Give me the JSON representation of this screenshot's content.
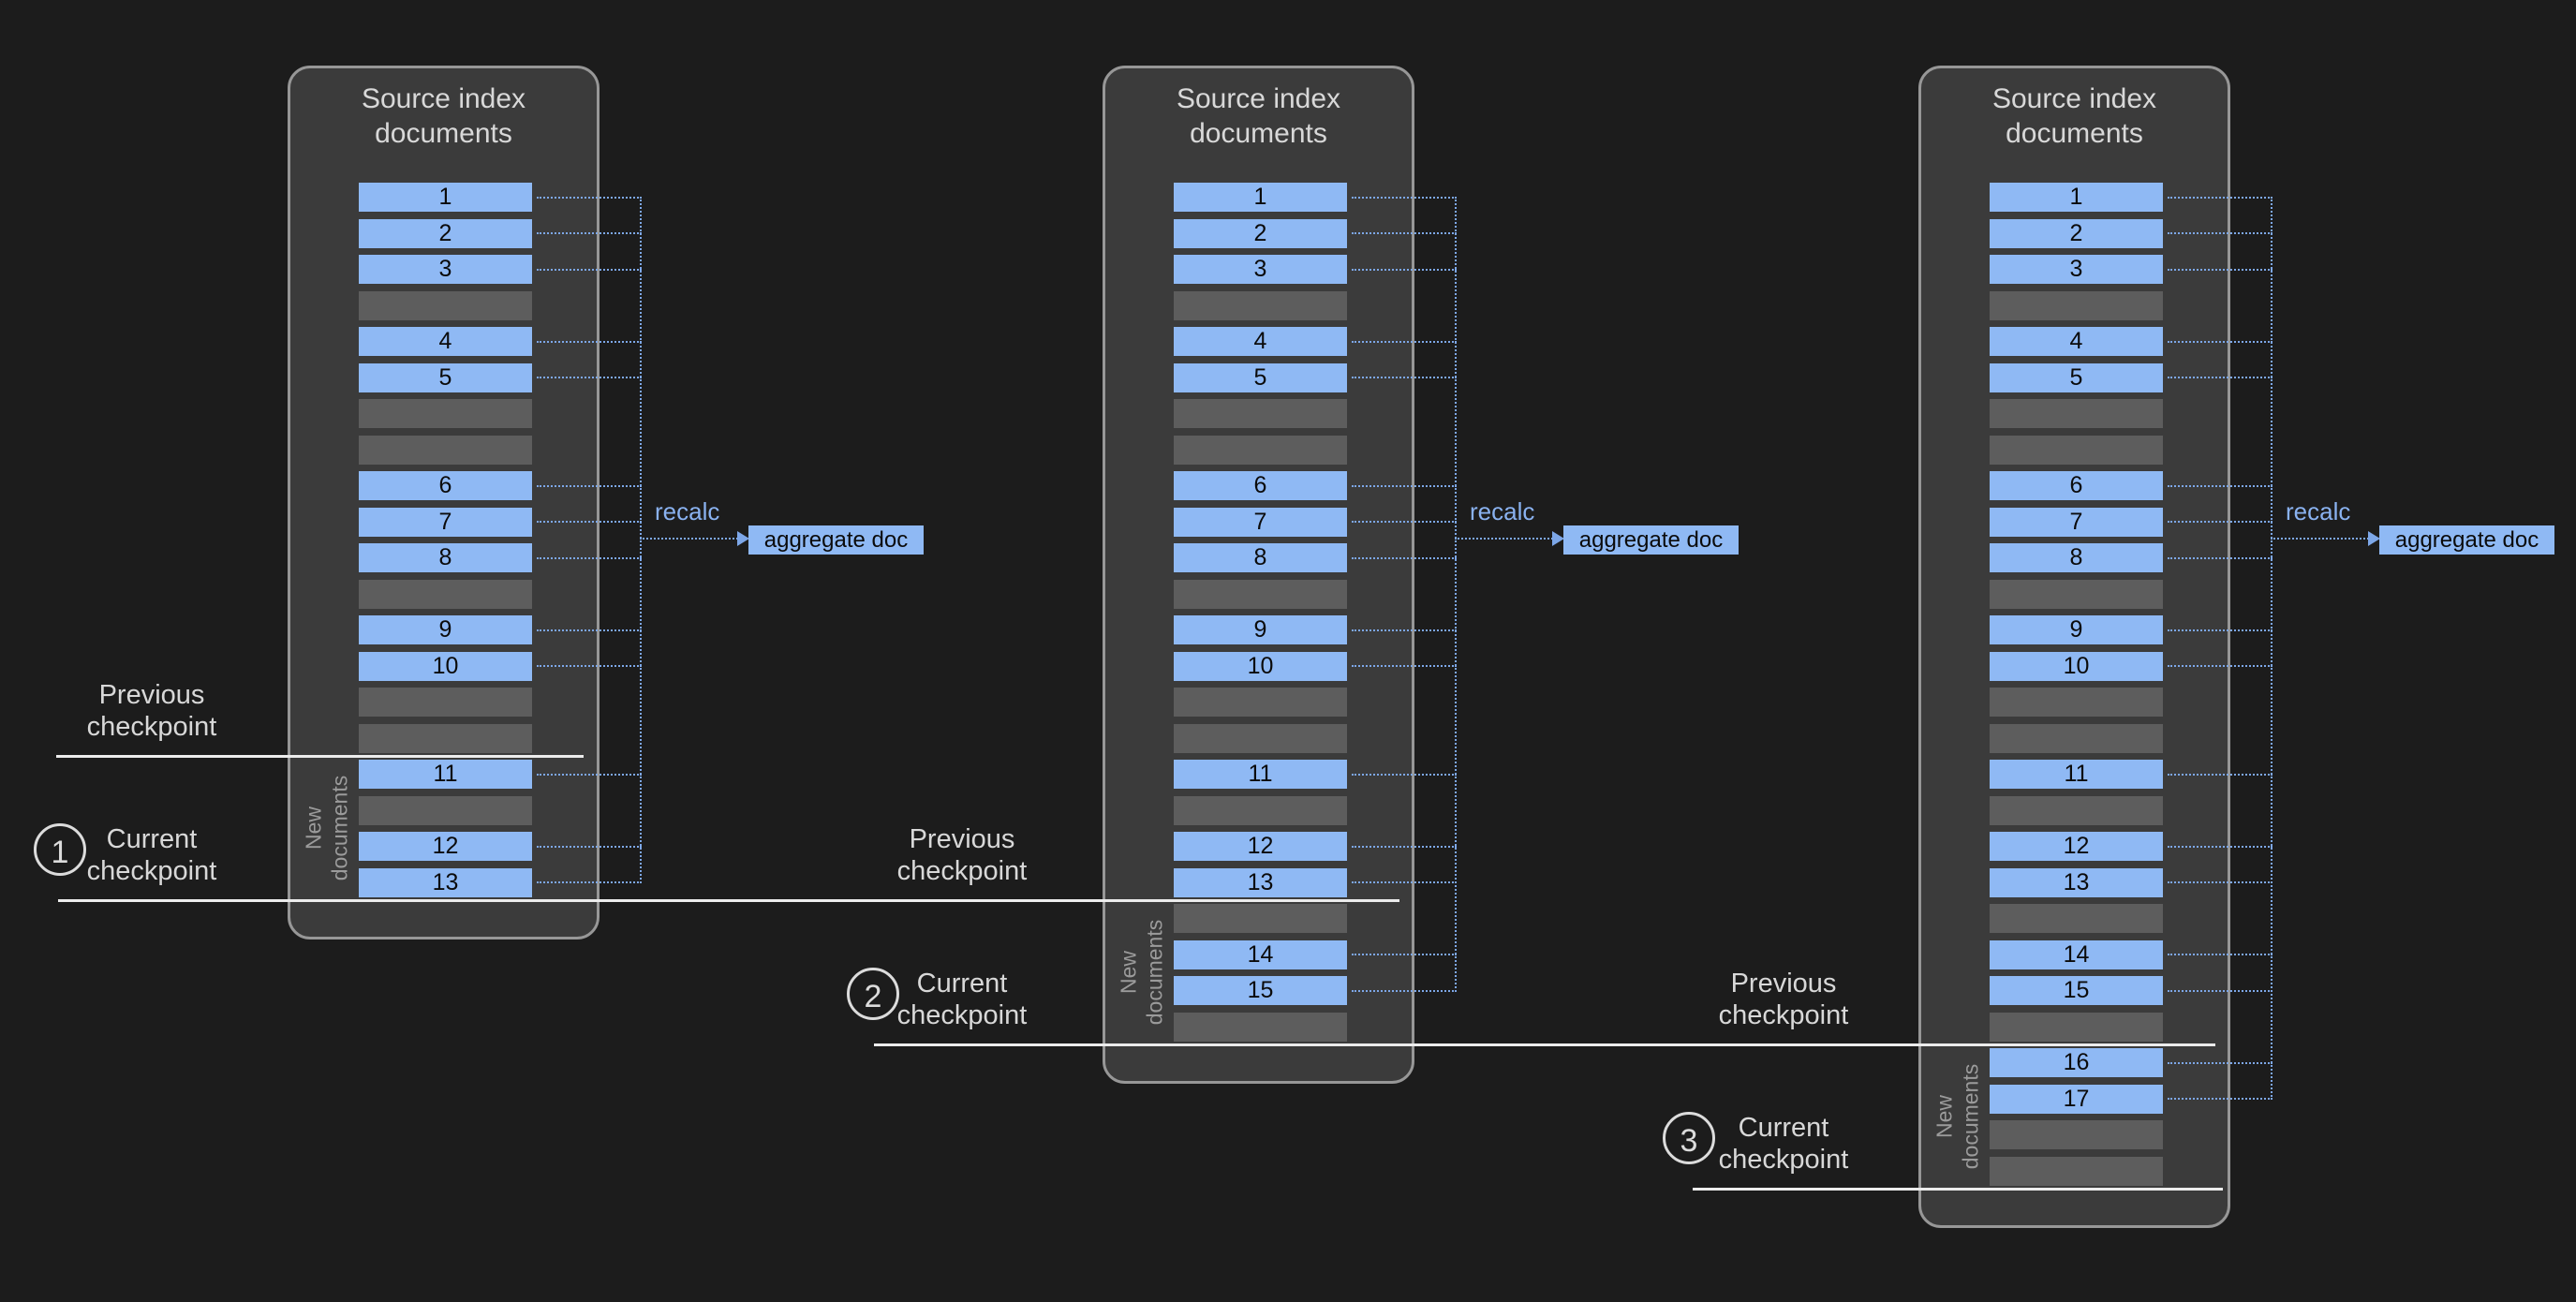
{
  "title_lines": [
    "Source index",
    "documents"
  ],
  "recalc_label": "recalc",
  "aggregate_label": "aggregate doc",
  "new_documents_lines": [
    "New",
    "documents"
  ],
  "previous_checkpoint_lines": [
    "Previous",
    "checkpoint"
  ],
  "current_checkpoint_lines": [
    "Current",
    "checkpoint"
  ],
  "panels": [
    {
      "rows": [
        "1",
        "2",
        "3",
        "",
        "4",
        "5",
        "",
        "",
        "6",
        "7",
        "8",
        "",
        "9",
        "10",
        "",
        "",
        "11",
        "",
        "12",
        "13"
      ],
      "new_docs_span": [
        16,
        19
      ]
    },
    {
      "rows": [
        "1",
        "2",
        "3",
        "",
        "4",
        "5",
        "",
        "",
        "6",
        "7",
        "8",
        "",
        "9",
        "10",
        "",
        "",
        "11",
        "",
        "12",
        "13",
        "",
        "14",
        "15",
        ""
      ],
      "new_docs_span": [
        20,
        23
      ]
    },
    {
      "rows": [
        "1",
        "2",
        "3",
        "",
        "4",
        "5",
        "",
        "",
        "6",
        "7",
        "8",
        "",
        "9",
        "10",
        "",
        "",
        "11",
        "",
        "12",
        "13",
        "",
        "14",
        "15",
        "",
        "16",
        "17",
        "",
        ""
      ],
      "new_docs_span": [
        24,
        27
      ]
    }
  ],
  "checkpoints": [
    {
      "number": "1"
    },
    {
      "number": "2"
    },
    {
      "number": "3"
    }
  ],
  "colors": {
    "background": "#1c1c1c",
    "panel_fill": "#3b3b3b",
    "panel_border": "#979797",
    "doc_bar": "#8fb9f4",
    "empty_bar": "#5d5d5d",
    "dotted_line": "#7da7e8",
    "recalc_text": "#8ab2f0",
    "checkpoint_line": "#ececec",
    "label_text": "#d8d8d8",
    "new_documents_text": "#9b9b9b"
  }
}
